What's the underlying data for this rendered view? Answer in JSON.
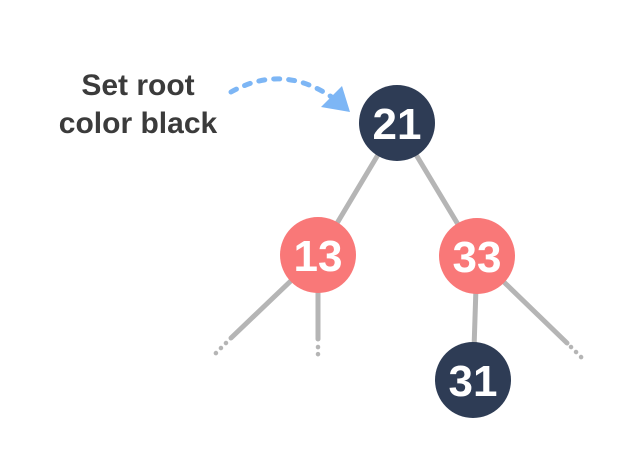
{
  "annotation": {
    "line1": "Set root",
    "line2": "color black"
  },
  "tree": {
    "nodes": [
      {
        "id": "root",
        "value": "21",
        "color": "black"
      },
      {
        "id": "left-child",
        "value": "13",
        "color": "red"
      },
      {
        "id": "right-child",
        "value": "33",
        "color": "red"
      },
      {
        "id": "right-left-grandchild",
        "value": "31",
        "color": "black"
      }
    ],
    "edges": [
      [
        "21",
        "13"
      ],
      [
        "21",
        "33"
      ],
      [
        "33",
        "31"
      ]
    ],
    "truncated_subtrees": [
      "below-left-of-13",
      "below-13",
      "below-right-of-33"
    ]
  },
  "colors": {
    "black_node": "#2e3c55",
    "red_node": "#f97878",
    "edge": "#b5b5b5",
    "arrow": "#7db6f5",
    "annotation_text": "#3b3b3b",
    "node_text": "#ffffff",
    "background": "#ffffff"
  }
}
